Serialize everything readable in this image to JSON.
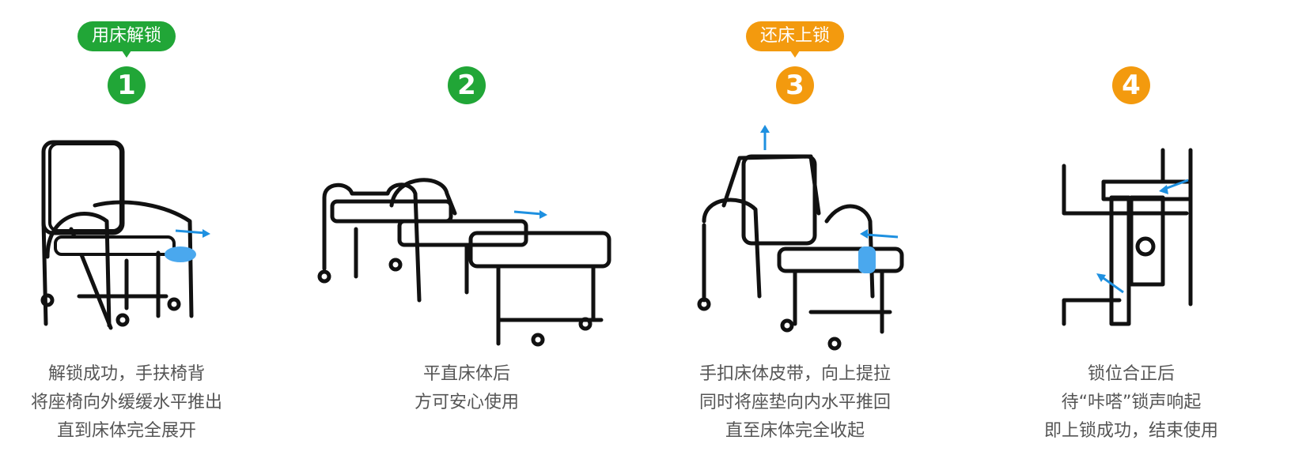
{
  "steps": [
    {
      "number": "1",
      "badge": "用床解锁",
      "badge_color": "#21a637",
      "lines": [
        "解锁成功，手扶椅背",
        "将座椅向外缓缓水平推出",
        "直到床体完全展开"
      ]
    },
    {
      "number": "2",
      "lines": [
        "平直床体后",
        "方可安心使用"
      ]
    },
    {
      "number": "3",
      "badge": "还床上锁",
      "badge_color": "#f39a0e",
      "lines": [
        "手扣床体皮带，向上提拉",
        "同时将座垫向内水平推回",
        "直至床体完全收起"
      ]
    },
    {
      "number": "4",
      "lines": [
        "锁位合正后",
        "待“咔嗒”锁声响起",
        "即上锁成功，结束使用"
      ]
    }
  ],
  "colors": {
    "green": "#21a637",
    "orange": "#f39a0e",
    "arrow": "#1e90e0"
  }
}
